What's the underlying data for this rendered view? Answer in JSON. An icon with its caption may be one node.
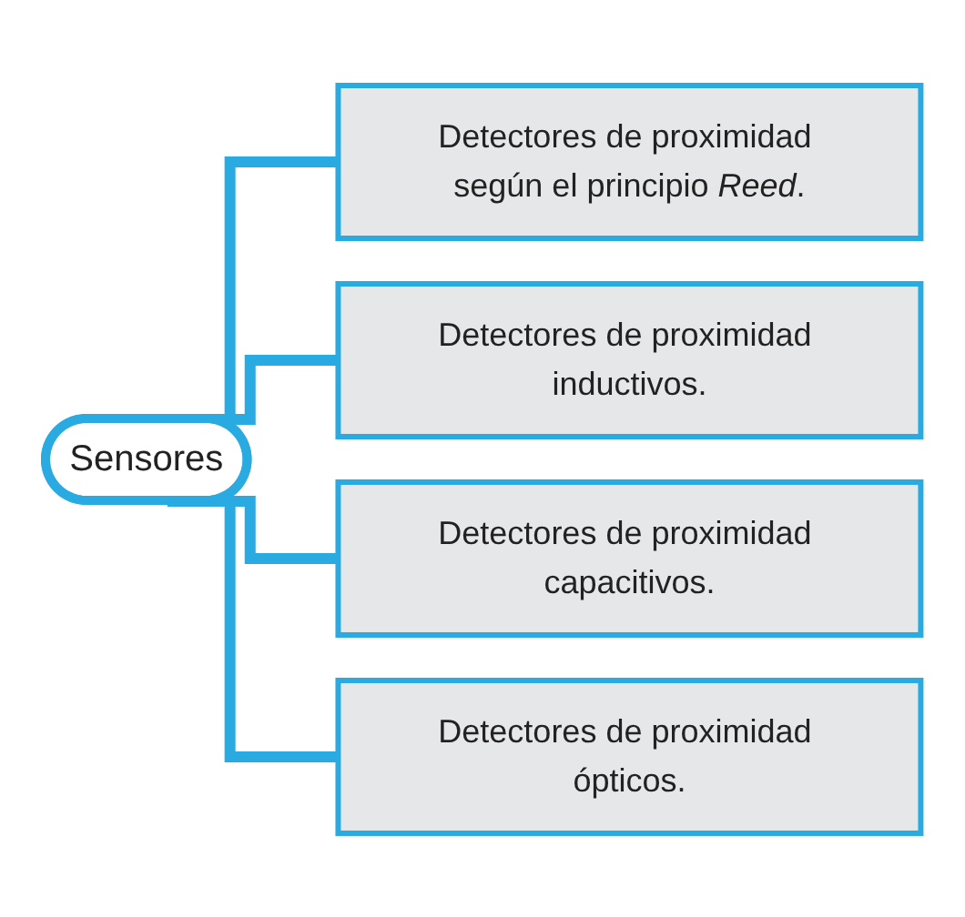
{
  "diagram": {
    "nodes": [
      {
        "text": [
          "Sensores"
        ]
      },
      {
        "text": [
          "Detectores de proximidad según el principio *Reed*."
        ]
      },
      {
        "text": [
          "Detectores de proximidad inductivos."
        ]
      },
      {
        "text": [
          "Detectores de proximidad capacitivos."
        ]
      },
      {
        "text": [
          "Detectores de proximidad ópticos."
        ]
      }
    ],
    "edges": [
      {
        "from": 0,
        "to": 1,
        "arrow": "none"
      },
      {
        "from": 0,
        "to": 2,
        "arrow": "none"
      },
      {
        "from": 0,
        "to": 3,
        "arrow": "none"
      },
      {
        "from": 0,
        "to": 4,
        "arrow": "none"
      }
    ]
  }
}
